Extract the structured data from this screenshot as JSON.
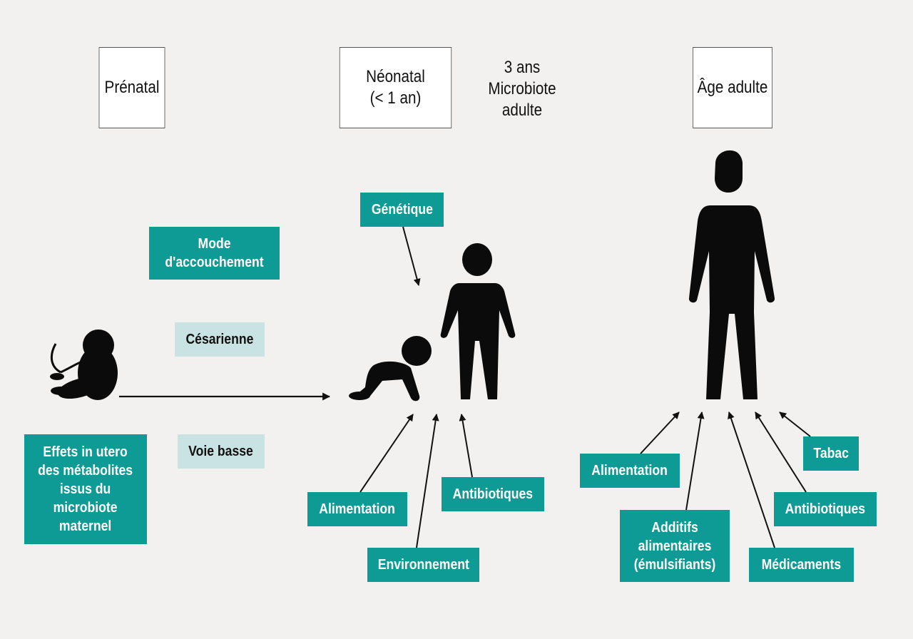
{
  "stages": {
    "prenatal": "Prénatal",
    "neonatal": "Néonatal\n(< 1 an)",
    "adult": "Âge adulte"
  },
  "note_three_years": "3 ans\nMicrobiote\nadulte",
  "prenatal_factors": {
    "mode": "Mode\nd'accouchement",
    "cesarienne": "Césarienne",
    "voie_basse": "Voie basse",
    "in_utero": "Effets in utero\ndes métabolites\nissus du\nmicrobiote\nmaternel"
  },
  "child_factors": {
    "genetique": "Génétique",
    "alimentation": "Alimentation",
    "environnement": "Environnement",
    "antibiotiques": "Antibiotiques"
  },
  "adult_factors": {
    "alimentation": "Alimentation",
    "additifs": "Additifs\nalimentaires\n(émulsifiants)",
    "medicaments": "Médicaments",
    "antibiotiques": "Antibiotiques",
    "tabac": "Tabac"
  },
  "colors": {
    "teal": "#0f9b95",
    "light_teal": "#c8e3e2",
    "background": "#f2f1ef",
    "silhouette": "#0b0b0b"
  },
  "icons": [
    "fetus-icon",
    "baby-crawling-icon",
    "child-icon",
    "adult-icon"
  ]
}
